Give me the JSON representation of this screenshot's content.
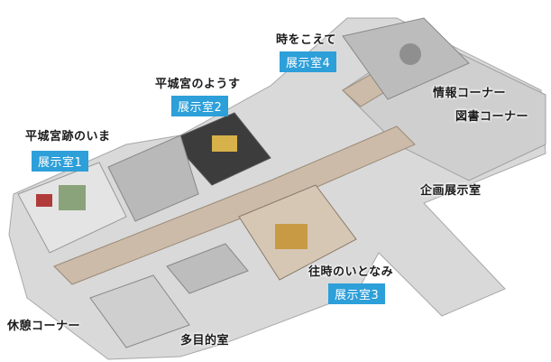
{
  "labels": {
    "heijo_now": "平城宮跡のいま",
    "heijo_scene": "平城宮のようす",
    "beyond_time": "時をこえて",
    "info_corner": "情報コーナー",
    "library_corner": "図書コーナー",
    "special_exhibit": "企画展示室",
    "past_life": "往時のいとなみ",
    "rest_corner": "休憩コーナー",
    "multipurpose": "多目的室"
  },
  "badges": {
    "room1": "展示室1",
    "room2": "展示室2",
    "room3": "展示室3",
    "room4": "展示室4"
  },
  "colors": {
    "badge": "#2d9fd9",
    "floor": "#d7d7d7",
    "wall": "#bdbdbd",
    "corridor": "#c9b9a6"
  }
}
